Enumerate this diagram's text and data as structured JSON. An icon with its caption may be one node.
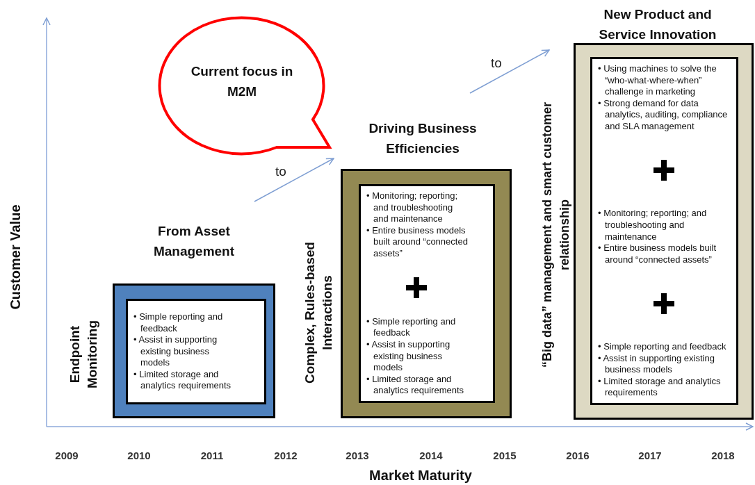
{
  "diagram": {
    "nodes": [
      {
        "text": [
          "From Asset Management"
        ],
        "beside": [
          "Endpoint Monitoring"
        ]
      },
      {
        "text": [
          "• Simple reporting and feedback",
          "• Assist in supporting existing business models",
          "• Limited storage and analytics requirements"
        ],
        "in": 0
      },
      {
        "text": [
          "Driving Business Efficiencies"
        ],
        "beside": [
          "Complex, Rules-based Interactions"
        ]
      },
      {
        "text": [
          "• Monitoring; reporting; and troubleshooting and maintenance",
          "• Entire business models built around “connected assets”",
          "• Simple reporting and feedback",
          "• Assist in supporting existing business models",
          "• Limited storage and analytics requirements"
        ],
        "in": 2
      },
      {
        "text": [
          "New Product and Service Innovation"
        ],
        "beside": [
          "“Big data” management and smart customer relationship"
        ]
      },
      {
        "text": [
          "• Using machines to solve the “who-what-where-when” challenge in marketing",
          "• Strong demand for data analytics, auditing, compliance and SLA management",
          "• Monitoring; reporting; and troubleshooting and maintenance",
          "• Entire business models built around “connected assets”",
          "• Simple reporting and feedback",
          "• Assist in supporting existing business models",
          "• Limited storage and analytics requirements"
        ],
        "in": 4
      },
      {
        "text": [
          "Current focus in M2M"
        ]
      }
    ],
    "edges": [
      {
        "from": 0,
        "to": 2,
        "arrow": "to",
        "label": "to"
      },
      {
        "from": 2,
        "to": 4,
        "arrow": "to",
        "label": "to"
      }
    ],
    "labels": [
      "Customer Value",
      "2009",
      "2010",
      "2011",
      "2012",
      "2013",
      "2014",
      "2015",
      "2016",
      "2017",
      "2018",
      "Market Maturity"
    ]
  }
}
